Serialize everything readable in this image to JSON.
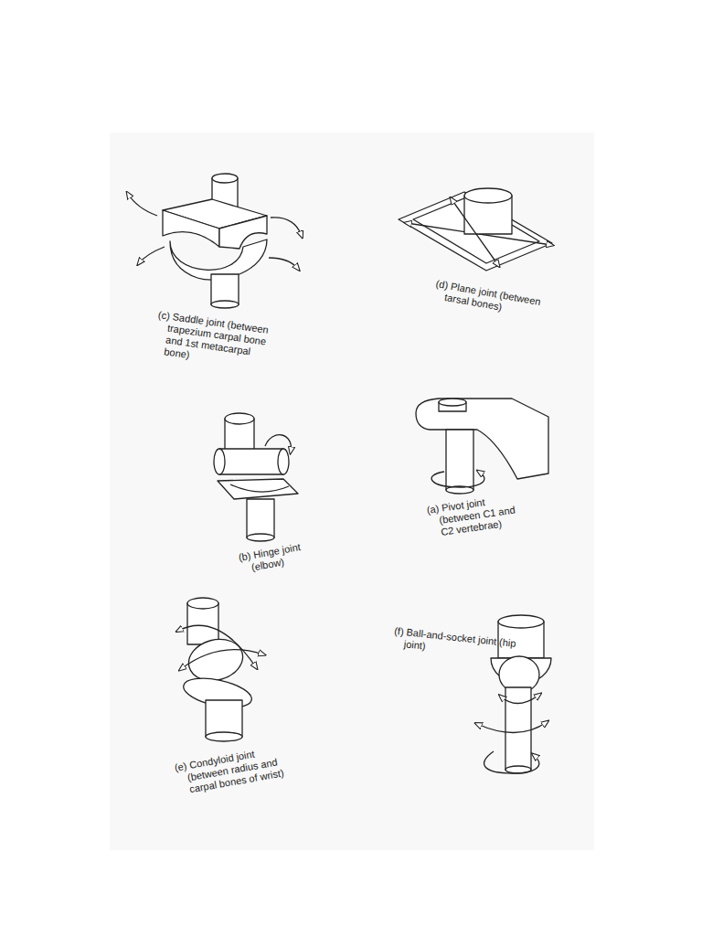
{
  "diagram": {
    "labels": [
      "(c) Saddle joint (between trapezium carpal bone and 1st metacarpal bone)",
      "(d) Plane joint (between tarsal bones)",
      "(b) Hinge joint (elbow)",
      "(a) Pivot joint (between C1 and C2 vertebrae)",
      "(e) Condyloid joint (between radius and carpal bones of wrist)",
      "(f) Ball-and-socket joint (hip joint)"
    ]
  }
}
